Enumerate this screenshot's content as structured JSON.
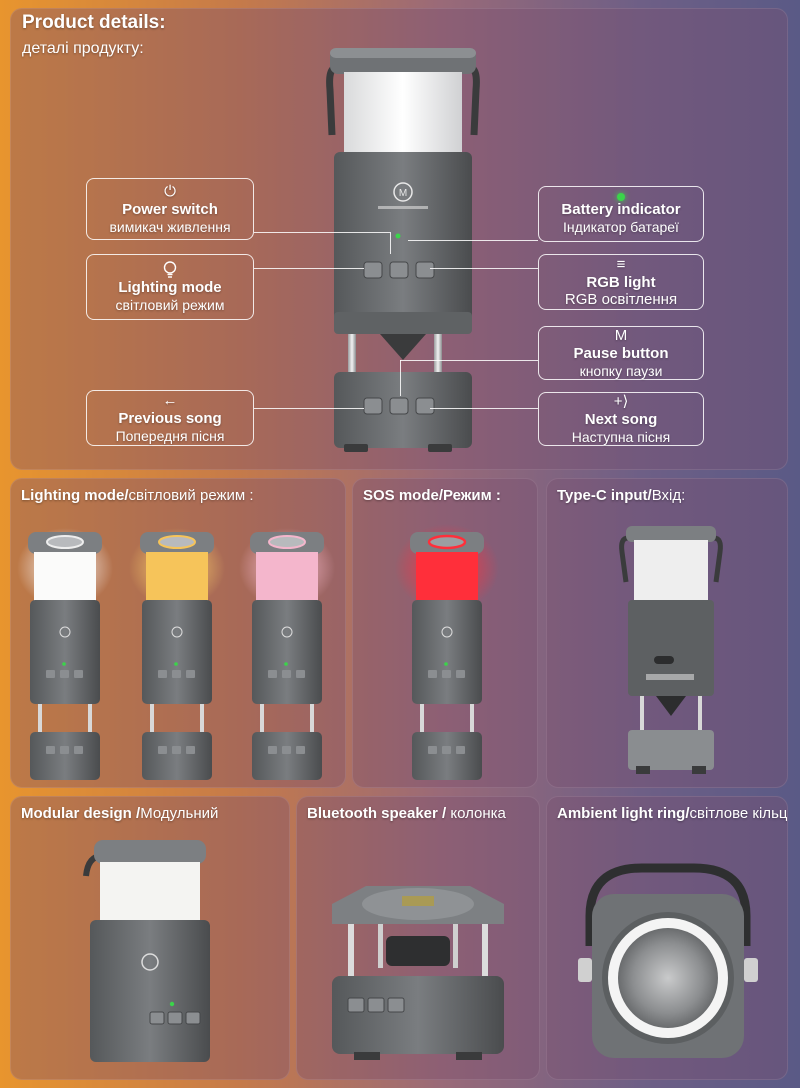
{
  "header": {
    "title": "Product details:",
    "subtitle": "деталі продукту:"
  },
  "callouts": {
    "power": {
      "icon": "power-icon",
      "title": "Power switch",
      "subtitle": "вимикач живлення"
    },
    "lighting": {
      "icon": "bulb-icon",
      "title": "Lighting mode",
      "subtitle": "світловий режим"
    },
    "previous": {
      "icon": "arrow-left-icon",
      "title": "Previous song",
      "subtitle": "Попередня пісня"
    },
    "battery": {
      "icon": "green-dot-icon",
      "title": "Battery indicator",
      "subtitle": "Індикатор батареї"
    },
    "rgb": {
      "icon": "menu-lines-icon",
      "title": "RGB light",
      "subtitle": "RGB освітлення"
    },
    "pause": {
      "icon": "m-icon",
      "title": "Pause button",
      "subtitle": "кнопку паузи"
    },
    "next": {
      "icon": "arrow-right-icon",
      "title": "Next song",
      "subtitle": "Наступна пісня"
    }
  },
  "panels": {
    "lighting_mode": {
      "title": "Lighting mode/",
      "title_sub": "світловий режим :"
    },
    "sos_mode": {
      "title": "SOS mode/Режим :",
      "title_sub": ""
    },
    "type_c": {
      "title": "Type-C input/",
      "title_sub": "Вхід:"
    },
    "modular": {
      "title": "Modular design /",
      "title_sub": "Модульний"
    },
    "bluetooth": {
      "title": "Bluetooth speaker / ",
      "title_sub": "колонка"
    },
    "ambient": {
      "title": "Ambient light ring/",
      "title_sub": "світлове кільце"
    }
  },
  "glyphs": {
    "power": "⏻",
    "arrow_left": "←",
    "arrow_right": "+⟩",
    "menu": "≡",
    "m": "M"
  },
  "colors": {
    "body_gray": "#6d7072",
    "lamp_white": "#f4f4f2",
    "lamp_warm": "#f6c45a",
    "lamp_pink": "#f4b6cc",
    "lamp_red": "#ff2f3a",
    "indicator_green": "#3bd44a"
  }
}
